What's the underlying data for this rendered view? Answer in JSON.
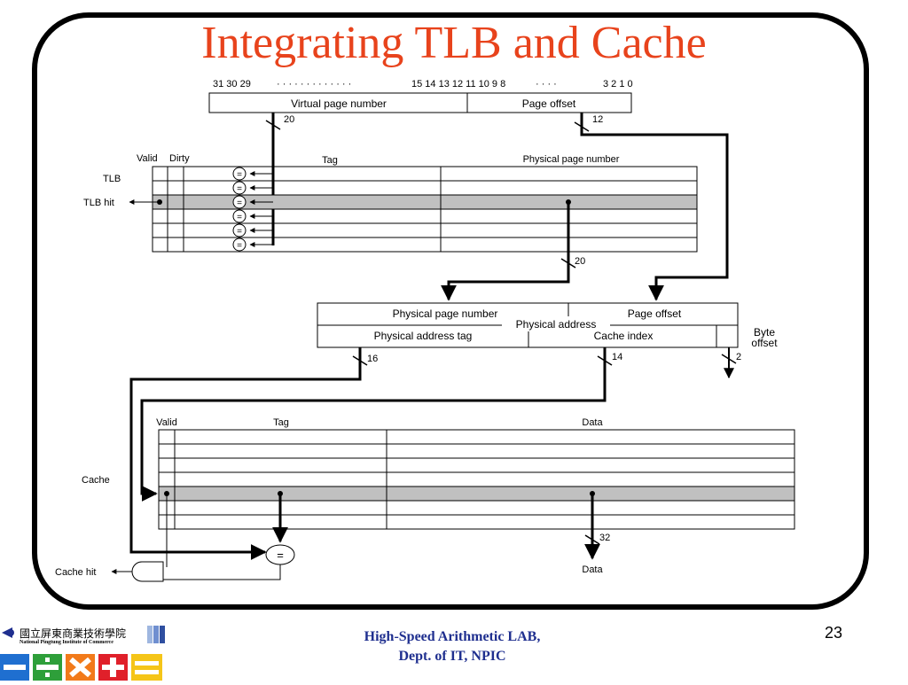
{
  "slide": {
    "title": "Integrating TLB and Cache",
    "page_number": "23",
    "footer_line1": "High-Speed Arithmetic LAB,",
    "footer_line2": "Dept. of IT, NPIC"
  },
  "logo": {
    "name": "國立屏東商業技術學院",
    "subtitle": "National Pingtung Institute of Commerce"
  },
  "virtual_address": {
    "bit_positions_left": "31 30 29",
    "dots_1": "· · · · · · · · · · · · ·",
    "bit_positions_mid": "15 14 13 12 11 10 9 8",
    "dots_2": "· · · ·",
    "bit_positions_right": "3 2 1 0",
    "vpn_label": "Virtual page number",
    "offset_label": "Page offset",
    "vpn_width": "20",
    "offset_width": "12"
  },
  "tlb": {
    "label": "TLB",
    "valid_header": "Valid",
    "dirty_header": "Dirty",
    "tag_header": "Tag",
    "ppn_header": "Physical page number",
    "hit_label": "TLB hit",
    "comparator_symbol": "=",
    "ppn_width": "20"
  },
  "physical_address": {
    "label": "Physical address",
    "ppn_label": "Physical page number",
    "offset_label": "Page offset",
    "tag_label": "Physical address tag",
    "index_label": "Cache index",
    "byte_offset_label_1": "Byte",
    "byte_offset_label_2": "offset",
    "tag_width": "16",
    "index_width": "14",
    "byte_offset_width": "2"
  },
  "cache": {
    "label": "Cache",
    "valid_header": "Valid",
    "tag_header": "Tag",
    "data_header": "Data",
    "hit_label": "Cache hit",
    "comparator_symbol": "=",
    "data_width": "32",
    "data_out_label": "Data"
  },
  "colors": {
    "title": "#e8431c",
    "footer": "#1f2f8f",
    "highlight_row": "#c0c0c0"
  }
}
